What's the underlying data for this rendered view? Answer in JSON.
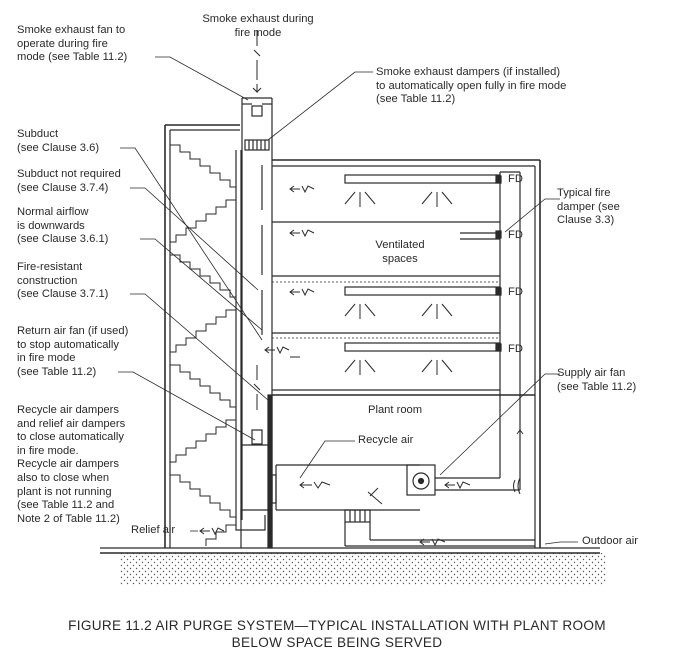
{
  "labels": {
    "smoke_exhaust_top": [
      "Smoke exhaust during",
      "fire mode"
    ],
    "smoke_fan": [
      "Smoke exhaust fan to",
      "operate during fire",
      "mode (see Table 11.2)"
    ],
    "smoke_dampers": [
      "Smoke exhaust dampers (if installed)",
      "to automatically open fully in fire mode",
      "(see Table 11.2)"
    ],
    "subduct": [
      "Subduct",
      "(see Clause 3.6)"
    ],
    "subduct_not_required": [
      "Subduct not required",
      "(see Clause 3.7.4)"
    ],
    "normal_airflow": [
      "Normal airflow",
      "is downwards",
      "(see Clause 3.6.1)"
    ],
    "fire_resistant": [
      "Fire-resistant",
      "construction",
      "(see Clause 3.7.1)"
    ],
    "return_fan": [
      "Return air fan (if used)",
      "to stop automatically",
      "in fire mode",
      "(see Table 11.2)"
    ],
    "recycle_dampers": [
      "Recycle air dampers",
      "and relief air dampers",
      "to close automatically",
      "in fire mode.",
      "Recycle air dampers",
      "also to close when",
      "plant is not running",
      "(see Table 11.2 and",
      "Note 2 of Table 11.2)"
    ],
    "relief_air": "Relief air",
    "fire_damper": [
      "Typical fire",
      "damper (see",
      "Clause 3.3)"
    ],
    "supply_fan": [
      "Supply air fan",
      "(see Table 11.2)"
    ],
    "outdoor_air": "Outdoor air",
    "ventilated_spaces": [
      "Ventilated",
      "spaces"
    ],
    "plant_room": "Plant room",
    "recycle_air": "Recycle air",
    "fd": "FD"
  },
  "caption": [
    "FIGURE  11.2   AIR PURGE SYSTEM—TYPICAL INSTALLATION WITH PLANT ROOM",
    "BELOW SPACE BEING SERVED"
  ],
  "colors": {
    "line": "#2a2a2a",
    "background": "#ffffff"
  }
}
